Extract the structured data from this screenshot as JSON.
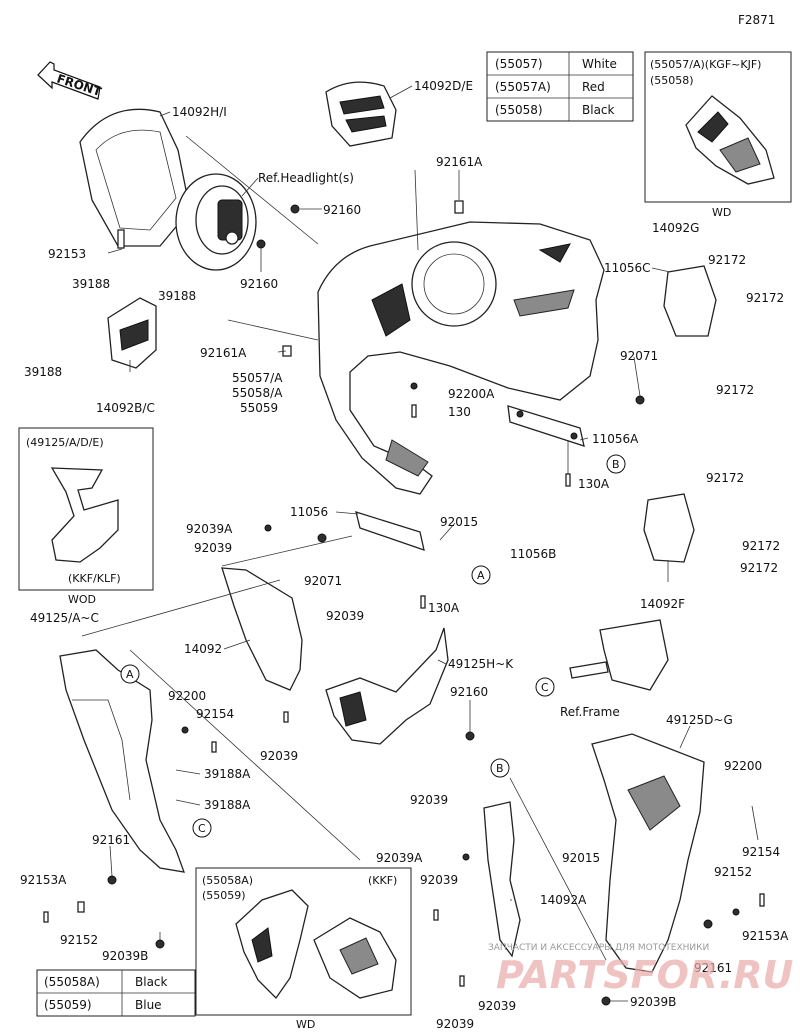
{
  "figure_code": "F2871",
  "front_arrow_label": "FRONT",
  "color_table_top": [
    {
      "code": "(55057)",
      "color": "White"
    },
    {
      "code": "(55057A)",
      "color": "Red"
    },
    {
      "code": "(55058)",
      "color": "Black"
    }
  ],
  "color_table_bottom": [
    {
      "code": "(55058A)",
      "color": "Black"
    },
    {
      "code": "(55059)",
      "color": "Blue"
    }
  ],
  "inset_top_right": {
    "line1": "(55057/A)(KGF~KJF)",
    "line2": "(55058)",
    "caption": "WD"
  },
  "inset_left": {
    "line1": "(49125/A/D/E)",
    "line2": "(KKF/KLF)",
    "caption": "WOD"
  },
  "inset_bottom": {
    "line1": "(55058A)",
    "line2": "(55059)",
    "tag": "(KKF)",
    "caption": "WD"
  },
  "callouts": {
    "A": "A",
    "B": "B",
    "C": "C"
  },
  "labels": {
    "p14092HI": "14092H/I",
    "p14092DE": "14092D/E",
    "refHeadlight": "Ref.Headlight(s)",
    "p92160a": "92160",
    "p92161A_top": "92161A",
    "p92153": "92153",
    "p92160b": "92160",
    "p39188a": "39188",
    "p39188b": "39188",
    "p39188c": "39188",
    "p92161A_mid": "92161A",
    "p14092BC": "14092B/C",
    "p55057A": "55057/A",
    "p55058A": "55058/A",
    "p55059": "55059",
    "p92200A": "92200A",
    "p130a": "130",
    "p14092G": "14092G",
    "p92172a": "92172",
    "p11056C": "11056C",
    "p92172b": "92172",
    "p92071a": "92071",
    "p92172c": "92172",
    "p11056A": "11056A",
    "p130A_a": "130A",
    "p92172d": "92172",
    "p11056": "11056",
    "p92015a": "92015",
    "p92039A_a": "92039A",
    "p92039a": "92039",
    "p92071b": "92071",
    "p11056B": "11056B",
    "p92172e": "92172",
    "p92172f": "92172",
    "p14092F": "14092F",
    "p130A_b": "130A",
    "p49125AC": "49125/A~C",
    "p92039b": "92039",
    "p14092": "14092",
    "p49125HK": "49125H~K",
    "p92200": "92200",
    "p92154": "92154",
    "p92160c": "92160",
    "p92039c": "92039",
    "refFrame": "Ref.Frame",
    "p39188A_a": "39188A",
    "p39188A_b": "39188A",
    "p49125DG": "49125D~G",
    "p92200b": "92200",
    "p92161": "92161",
    "p92039d": "92039",
    "p92015b": "92015",
    "p92154b": "92154",
    "p92153A": "92153A",
    "p92039A_b": "92039A",
    "p92039e": "92039",
    "p92152": "92152",
    "p92152b": "92152",
    "p92153A_b": "92153A",
    "p92039B": "92039B",
    "p14092A": "14092A",
    "p92161b": "92161",
    "p92039f": "92039",
    "p92039B_b": "92039B",
    "p92039g": "92039"
  },
  "watermark": {
    "tagline": "ЗАПЧАСТИ И АКСЕССУАРЫ ДЛЯ МОТОТЕХНИКИ",
    "logo": "PARTSFOR.RU"
  }
}
